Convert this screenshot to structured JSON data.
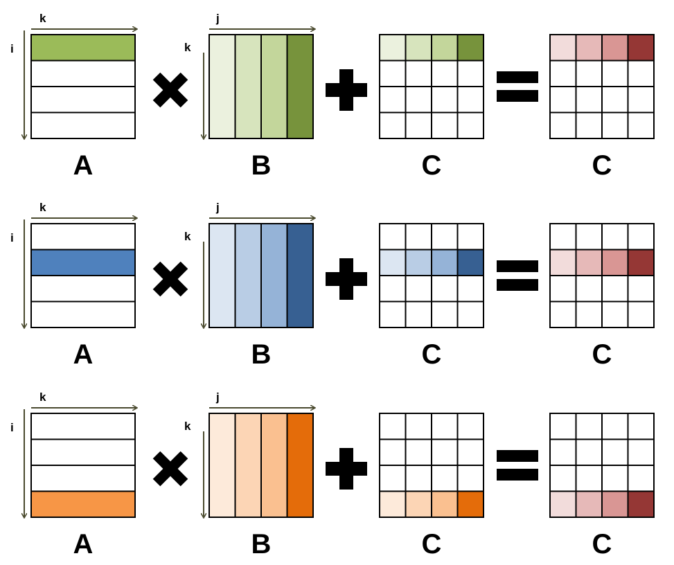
{
  "axis_labels": {
    "row": "i",
    "k": "k",
    "col": "j"
  },
  "matrix_labels": {
    "a": "A",
    "b": "B",
    "c_in": "C",
    "c_out": "C"
  },
  "operators": [
    "multiply-icon",
    "plus-icon",
    "equals-icon"
  ],
  "colors": {
    "arrow": "#4a4a2e",
    "c_result": [
      "#f2dcdb",
      "#e6b9b8",
      "#d99694",
      "#953735"
    ]
  },
  "rows": [
    {
      "name": "green",
      "a_row": 0,
      "a_color": "#9bbb59",
      "b_colors": [
        "#ebf1de",
        "#d7e4bd",
        "#c3d69b",
        "#77933c"
      ]
    },
    {
      "name": "blue",
      "a_row": 1,
      "a_color": "#4f81bd",
      "b_colors": [
        "#dce6f2",
        "#b9cde5",
        "#95b3d7",
        "#376092"
      ]
    },
    {
      "name": "orange",
      "a_row": 3,
      "a_color": "#f79646",
      "b_colors": [
        "#fdeada",
        "#fcd5b5",
        "#fac090",
        "#e46c0a"
      ]
    }
  ]
}
